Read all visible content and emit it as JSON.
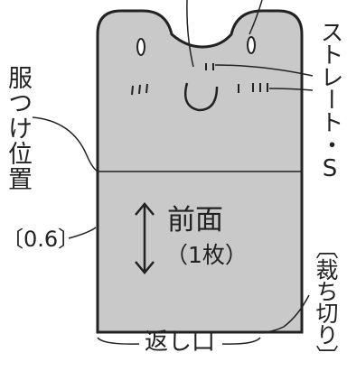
{
  "diagram": {
    "piece_name": "前面",
    "piece_quantity": "（1枚）",
    "labels": {
      "attachment_position": "服つけ位置",
      "grain_straight": "ストレート・S",
      "seam_allowance": "〔0.6〕",
      "cut_off": "〔裁ち切り〕",
      "turning_opening": "返し口"
    },
    "colors": {
      "fabric_fill": "#c9c9c9",
      "outline": "#222222",
      "background": "#ffffff"
    }
  }
}
